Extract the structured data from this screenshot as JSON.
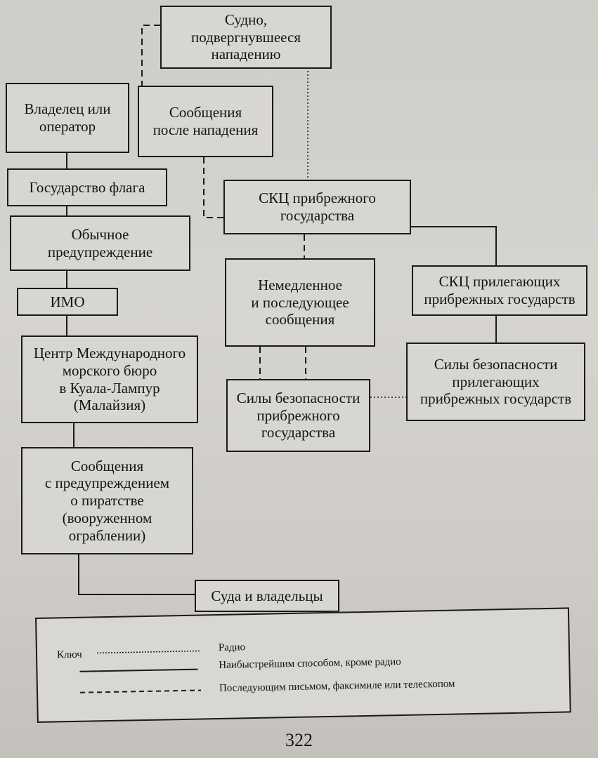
{
  "boxes": {
    "attacked_vessel": "Судно,\nподвергнувшееся\nнападению",
    "owner_operator": "Владелец или\nоператор",
    "post_attack_reports": "Сообщения\nпосле нападения",
    "flag_state": "Государство флага",
    "coastal_rcc": "СКЦ прибрежного\nгосударства",
    "routine_warning": "Обычное\nпредупреждение",
    "imo": "ИМО",
    "immediate_reports": "Немедленное\nи последующее\nсообщения",
    "adjacent_rcc": "СКЦ прилегающих\nприбрежных государств",
    "imb_centre": "Центр Международного\nморского бюро\nв Куала-Лампур\n(Малайзия)",
    "adjacent_security": "Силы безопасности\nприлегающих\nприбрежных государств",
    "coastal_security": "Силы безопасности\nприбрежного\nгосударства",
    "piracy_warnings": "Сообщения\nс предупреждением\nо пиратстве\n(вооруженном\nограблении)",
    "ships_owners": "Суда и владельцы"
  },
  "legend": {
    "title": "Ключ",
    "radio": "Радио",
    "fastest": "Наибыстрейшим способом, кроме радио",
    "letter": "Последующим письмом, факсимиле или телескопом"
  },
  "page_number": "322"
}
